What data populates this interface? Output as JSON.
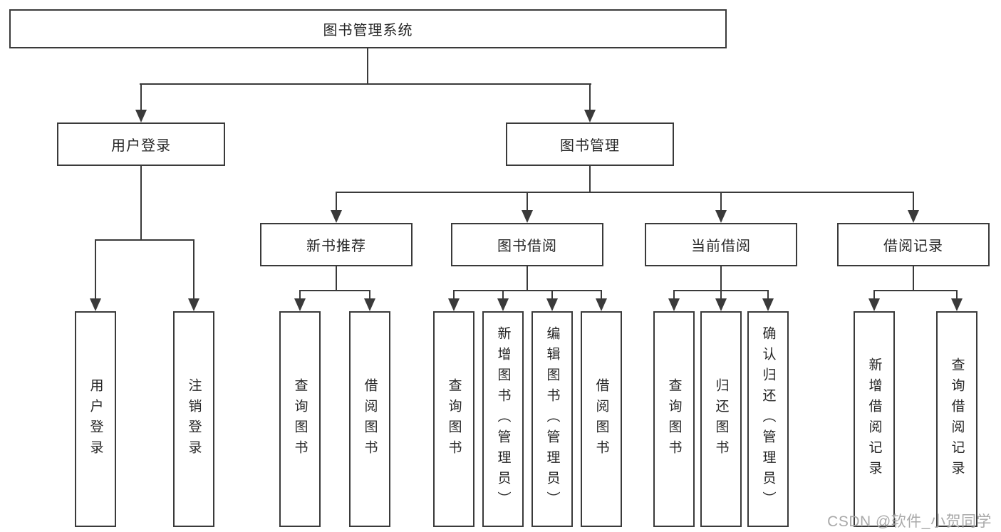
{
  "colors": {
    "line": "#3a3a3a",
    "text": "#262626",
    "watermark": "#a9a9a9",
    "background": "#ffffff"
  },
  "tree": {
    "label": "图书管理系统",
    "children": [
      {
        "label": "用户登录",
        "children": [
          {
            "label": "用户登录"
          },
          {
            "label": "注销登录"
          }
        ]
      },
      {
        "label": "图书管理",
        "children": [
          {
            "label": "新书推荐",
            "children": [
              {
                "label": "查询图书"
              },
              {
                "label": "借阅图书"
              }
            ]
          },
          {
            "label": "图书借阅",
            "children": [
              {
                "label": "查询图书"
              },
              {
                "label": "新增图书（管理员）"
              },
              {
                "label": "编辑图书（管理员）"
              },
              {
                "label": "借阅图书"
              }
            ]
          },
          {
            "label": "当前借阅",
            "children": [
              {
                "label": "查询图书"
              },
              {
                "label": "归还图书"
              },
              {
                "label": "确认归还（管理员）"
              }
            ]
          },
          {
            "label": "借阅记录",
            "children": [
              {
                "label": "新增借阅记录"
              },
              {
                "label": "查询借阅记录"
              }
            ]
          }
        ]
      }
    ]
  },
  "watermark": {
    "text": "CSDN @软件_小贺同学"
  }
}
